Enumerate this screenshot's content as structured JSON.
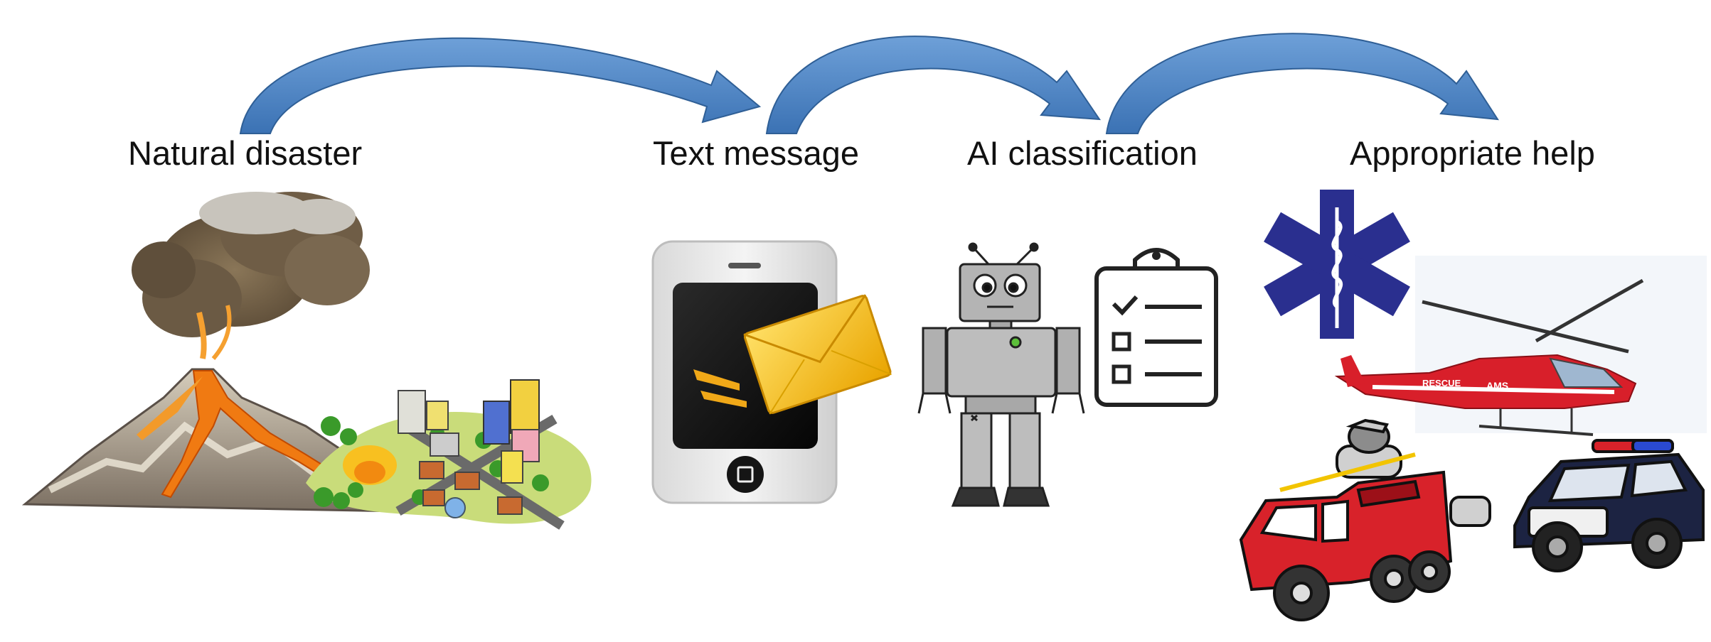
{
  "diagram": {
    "steps": [
      {
        "label": "Natural disaster",
        "icon": "volcano-city-icon"
      },
      {
        "label": "Text message",
        "icon": "phone-message-icon"
      },
      {
        "label": "AI classification",
        "icon": "robot-clipboard-icon"
      },
      {
        "label": "Appropriate help",
        "icon": "emergency-vehicles-icon"
      }
    ],
    "arrows": [
      {
        "from": "Natural disaster",
        "to": "Text message"
      },
      {
        "from": "Text message",
        "to": "AI classification"
      },
      {
        "from": "AI classification",
        "to": "Appropriate help"
      }
    ],
    "colors": {
      "arrow": "#4f87c9",
      "arrow_dark": "#2f5f96",
      "lava": "#f07a12",
      "smoke": "#6b5a44",
      "star_of_life": "#2a2f8f",
      "fire_truck": "#d8222a",
      "police_car": "#1c2342",
      "envelope": "#f6c21c"
    },
    "vehicle_texts": {
      "helicopter_rescue": "RESCUE",
      "helicopter_ams": "AMS"
    }
  }
}
